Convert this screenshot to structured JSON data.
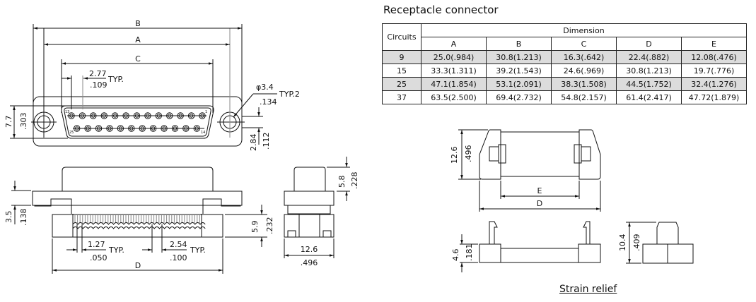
{
  "table": {
    "title": "Receptacle connector",
    "header_circuits": "Circuits",
    "header_dimension": "Dimension",
    "columns": [
      "A",
      "B",
      "C",
      "D",
      "E"
    ],
    "rows": [
      {
        "circuits": "9",
        "values": [
          "25.0(.984)",
          "30.8(1.213)",
          "16.3(.642)",
          "22.4(.882)",
          "12.08(.476)"
        ]
      },
      {
        "circuits": "15",
        "values": [
          "33.3(1.311)",
          "39.2(1.543)",
          "24.6(.969)",
          "30.8(1.213)",
          "19.7(.776)"
        ]
      },
      {
        "circuits": "25",
        "values": [
          "47.1(1.854)",
          "53.1(2.091)",
          "38.3(1.508)",
          "44.5(1.752)",
          "32.4(1.276)"
        ]
      },
      {
        "circuits": "37",
        "values": [
          "63.5(2.500)",
          "69.4(2.732)",
          "54.8(2.157)",
          "61.4(2.417)",
          "47.72(1.879)"
        ]
      }
    ]
  },
  "front_view": {
    "dim_b": "B",
    "dim_a": "A",
    "dim_c": "C",
    "pitch_mm": "2.77",
    "pitch_in": ".109",
    "typ": "TYP.",
    "hole_dia": "φ3.4",
    "hole_in": ".134",
    "hole_typ": "TYP.2",
    "height_mm": "7.7",
    "height_in": ".303",
    "offset_mm": "2.84",
    "offset_in": ".112",
    "pin_label_13": "13",
    "pin_label_1": "1",
    "pin_label_25": "25",
    "pin_label_14": "14"
  },
  "side_view": {
    "flange_mm": "3.5",
    "flange_in": ".138",
    "body_mm": "5.9",
    "body_in": ".232",
    "pitch1_mm": "1.27",
    "pitch1_in": ".050",
    "pitch2_mm": "2.54",
    "pitch2_in": ".100",
    "typ": "TYP.",
    "dim_d": "D"
  },
  "end_view": {
    "shell_mm": "5.8",
    "shell_in": ".228",
    "width_mm": "12.6",
    "width_in": ".496"
  },
  "strain_relief": {
    "height_mm": "12.6",
    "height_in": ".496",
    "dim_e": "E",
    "dim_d": "D",
    "base_mm": "4.6",
    "base_in": ".181",
    "total_mm": "10.4",
    "total_in": ".409",
    "caption": "Strain relief"
  }
}
